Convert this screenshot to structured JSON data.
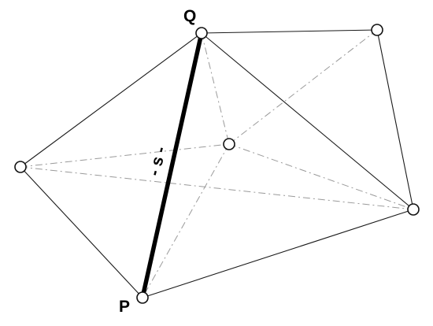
{
  "diagram": {
    "vertex_labels": {
      "Q": "Q",
      "P": "P"
    },
    "segment_label": "- s -",
    "colors": {
      "solid_edge": "#1a1a1a",
      "dashed_edge": "#9a9a9a",
      "bold_edge": "#000000",
      "vertex_fill": "#ffffff",
      "vertex_stroke": "#111111"
    }
  }
}
